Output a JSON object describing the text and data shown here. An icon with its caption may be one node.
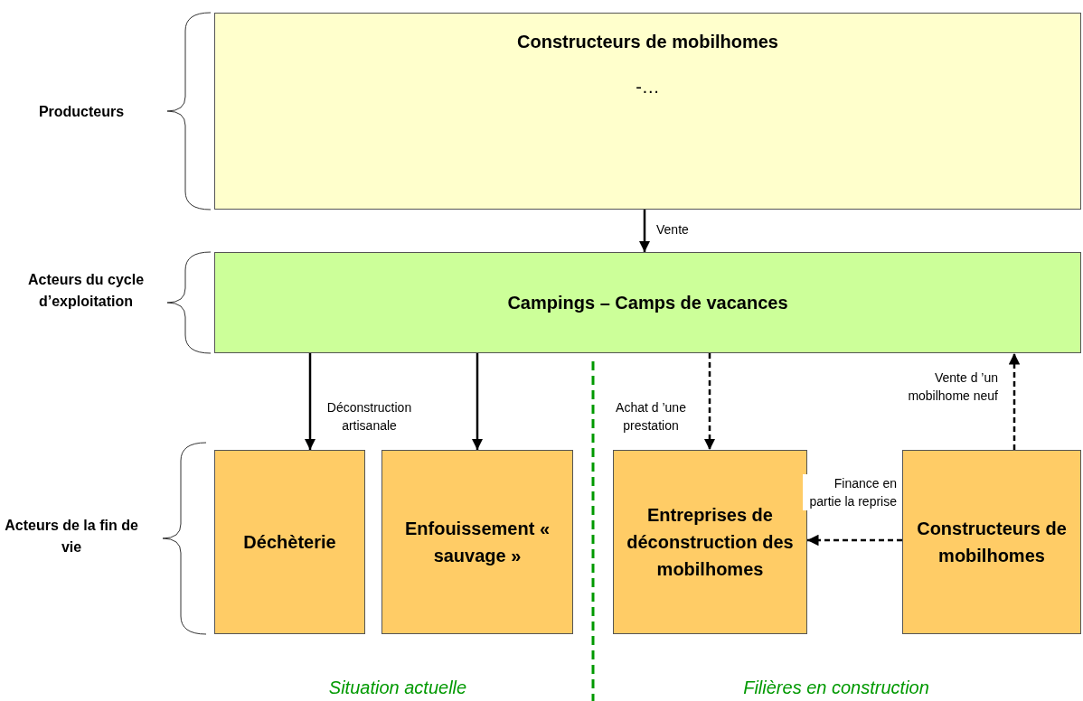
{
  "diagram": {
    "nodes": [
      {
        "text": [
          "Constructeurs de mobilhomes",
          "-…"
        ]
      },
      {
        "text": [
          "Campings – Camps de vacances"
        ]
      },
      {
        "text": [
          "Déchèterie"
        ]
      },
      {
        "text": [
          "Enfouissement « sauvage »"
        ]
      },
      {
        "text": [
          "Entreprises de déconstruction des mobilhomes"
        ]
      },
      {
        "text": [
          "Constructeurs de mobilhomes"
        ]
      }
    ],
    "edges": [
      {
        "from": 0,
        "to": 1,
        "arrow": "to",
        "label": "Vente"
      },
      {
        "from": 1,
        "to": 2,
        "arrow": "to",
        "label": "Déconstruction artisanale"
      },
      {
        "from": 1,
        "to": 3,
        "arrow": "to"
      },
      {
        "from": 1,
        "to": 4,
        "arrow": "to",
        "label": "Achat d ’une prestation",
        "style": "dashed"
      },
      {
        "from": 5,
        "to": 1,
        "arrow": "to",
        "label": "Vente d ’un mobilhome neuf",
        "style": "dashed"
      },
      {
        "from": 5,
        "to": 4,
        "arrow": "to",
        "label": "Finance en partie la reprise",
        "style": "dashed"
      }
    ],
    "labels": [
      "Producteurs",
      "Acteurs du cycle d’exploitation",
      "Acteurs de la fin de vie",
      "Situation actuelle",
      "Filières en construction"
    ]
  }
}
